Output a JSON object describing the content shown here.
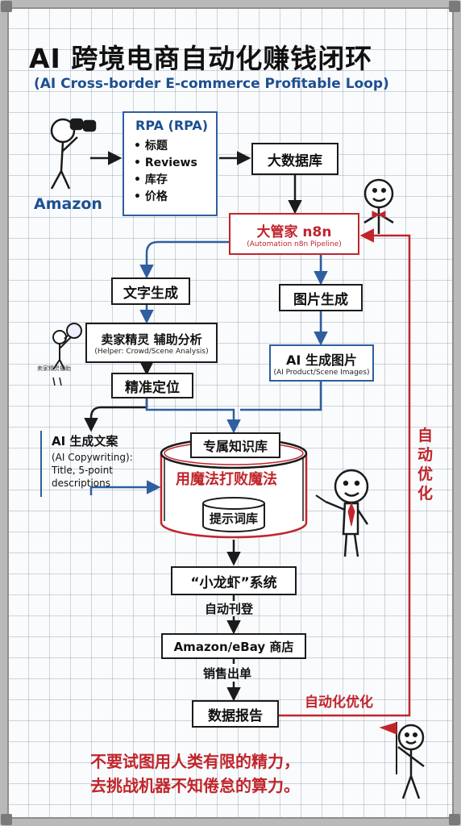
{
  "header": {
    "title": "AI 跨境电商自动化赚钱闭环",
    "subtitle": "(AI Cross-border E-commerce Profitable Loop)"
  },
  "source": {
    "label": "Amazon"
  },
  "rpa": {
    "title": "RPA (RPA)",
    "items": [
      "• 标题",
      "• Reviews",
      "• 库存",
      "• 价格"
    ]
  },
  "database": {
    "label": "大数据库"
  },
  "pipeline": {
    "label": "大管家 n8n",
    "sub": "(Automation n8n Pipeline)"
  },
  "text_gen": {
    "label": "文字生成"
  },
  "image_gen": {
    "label": "图片生成"
  },
  "helper": {
    "label": "卖家精灵 辅助分析",
    "sub": "(Helper: Crowd/Scene Analysis)"
  },
  "helper_doodle": {
    "label": "卖家精灵辅助"
  },
  "ai_images": {
    "label": "AI 生成图片",
    "sub": "(AI Product/Scene Images)"
  },
  "positioning": {
    "label": "精准定位"
  },
  "copywriting": {
    "label": "AI 生成文案",
    "lines": [
      "(AI Copywriting):",
      "Title, 5-point",
      "descriptions"
    ]
  },
  "knowledge": {
    "label": "专属知识库",
    "slogan": "用魔法打败魔法",
    "inner": "提示词库"
  },
  "system": {
    "label": "“小龙虾”系统"
  },
  "auto_list": {
    "label": "自动刊登"
  },
  "stores": {
    "label": "Amazon/eBay 商店"
  },
  "sales": {
    "label": "销售出单"
  },
  "report": {
    "label": "数据报告"
  },
  "loop": {
    "auto_opt_label": "自动优化",
    "automation_opt_label": "自动化优化"
  },
  "motto": {
    "line1": "不要试图用人类有限的精力，",
    "line2": "去挑战机器不知倦怠的算力。"
  },
  "colors": {
    "blue": "#2e5f9e",
    "red": "#c0252b",
    "ink": "#1b1b1b"
  }
}
